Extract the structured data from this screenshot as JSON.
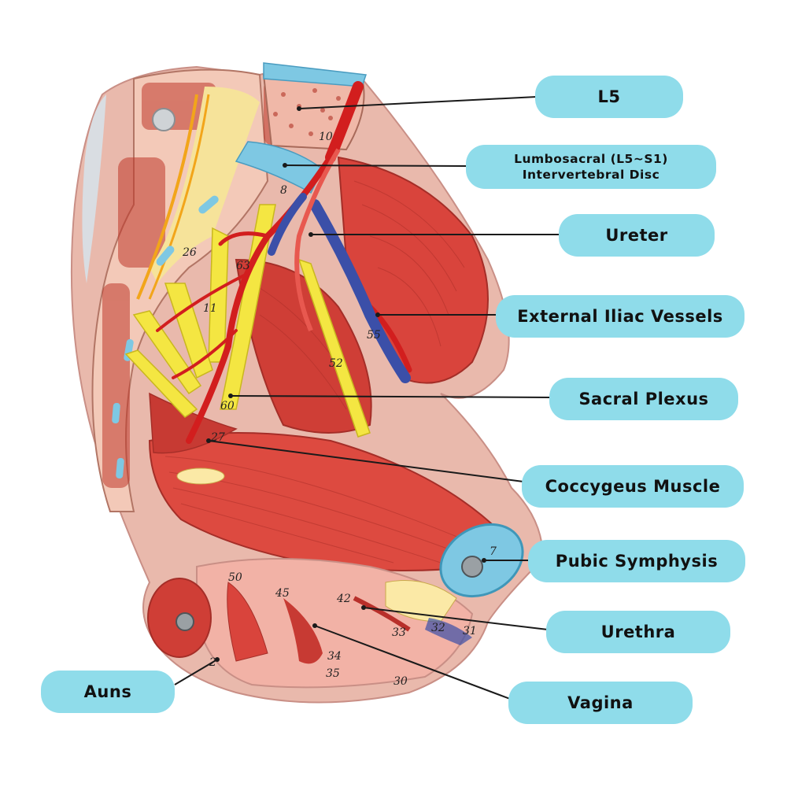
{
  "labels": {
    "l5": "L5",
    "lumbosacral_line1": "Lumbosacral (L5~S1)",
    "lumbosacral_line2": "Intervertebral Disc",
    "ureter": "Ureter",
    "external_iliac": "External Iliac Vessels",
    "sacral_plexus": "Sacral Plexus",
    "coccygeus": "Coccygeus Muscle",
    "pubic_symphysis": "Pubic Symphysis",
    "urethra": "Urethra",
    "vagina": "Vagina",
    "anus": "Auns"
  },
  "model_numbers": [
    "10",
    "8",
    "26",
    "63",
    "11",
    "52",
    "55",
    "60",
    "27",
    "7",
    "50",
    "45",
    "42",
    "33",
    "32",
    "31",
    "34",
    "35",
    "30",
    "2"
  ],
  "colors": {
    "label_bg": "#8fdcea",
    "muscle": "#d9443c",
    "muscle_dark": "#b82f2a",
    "bone": "#f3c9b8",
    "bone_marrow": "#c0392b",
    "disc": "#7ec8e3",
    "nerve": "#f4e642",
    "artery": "#d21e1e",
    "vein": "#3b4fa8",
    "fat": "#fbe9a6",
    "tissue_pink": "#f2b2a6"
  }
}
